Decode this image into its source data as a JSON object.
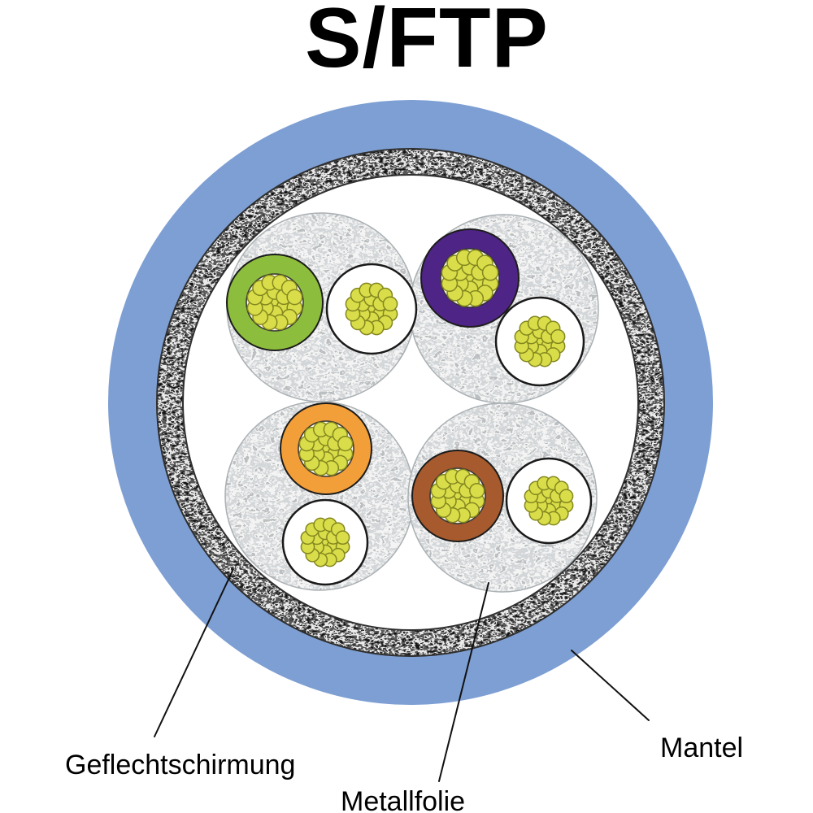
{
  "title": "S/FTP",
  "labels": {
    "braid": "Geflechtschirmung",
    "foil": "Metallfolie",
    "jacket": "Mantel"
  },
  "colors": {
    "jacket": "#7e9fd3",
    "foil_base": "#d9dadb",
    "core_white": "#ffffff",
    "wire_green": "#8dbd3c",
    "wire_violet": "#4f2487",
    "wire_orange": "#f29e39",
    "wire_brown": "#a65a2d",
    "wire_white": "#ffffff",
    "strand_fill": "#d8dd49",
    "strand_stroke": "#84871f"
  }
}
